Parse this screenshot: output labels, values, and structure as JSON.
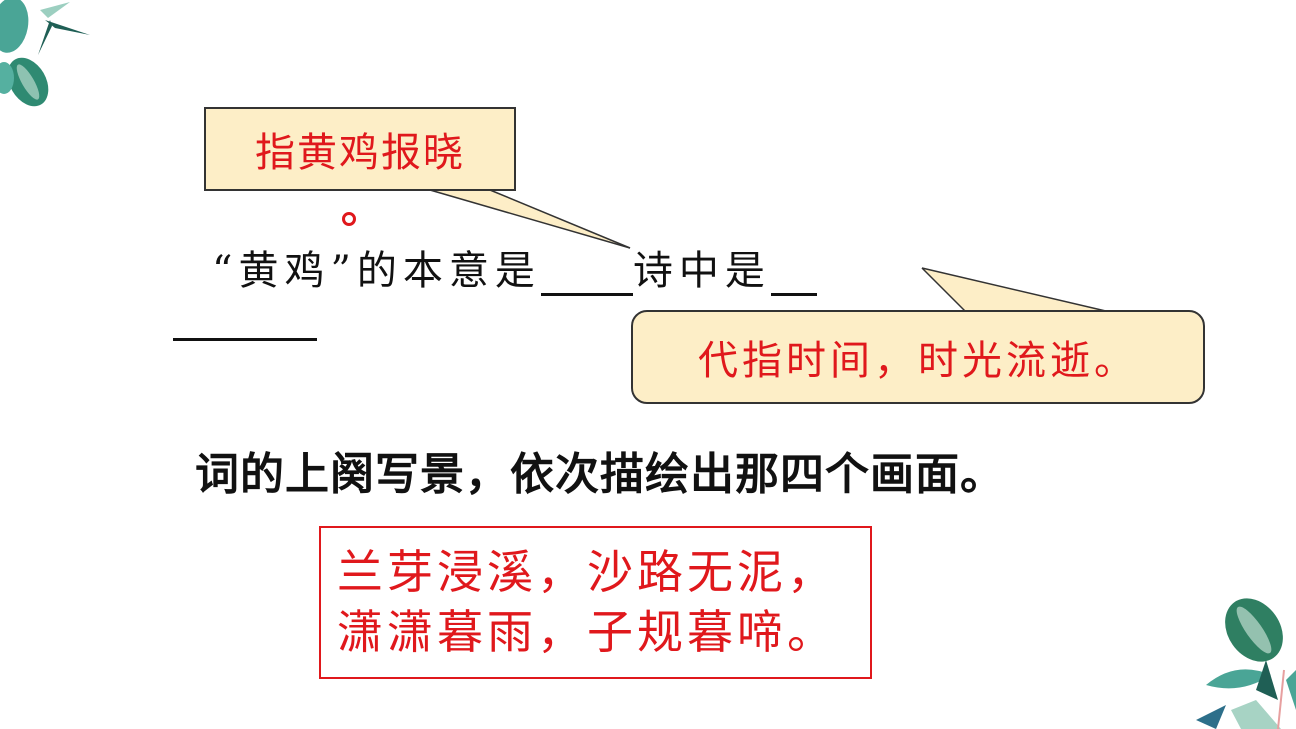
{
  "decorations": {
    "top_left": "leaf-cluster",
    "bottom_right": "leaf-cluster"
  },
  "callouts": {
    "first": {
      "text": "指黄鸡报晓"
    },
    "second": {
      "text": "代指时间，时光流逝。"
    }
  },
  "question": {
    "part1": "“黄鸡”的本意是",
    "part2": "诗中是"
  },
  "statement": "词的上阕写景，依次描绘出那四个画面。",
  "answer_box": {
    "line1": "兰芽浸溪，沙路无泥，",
    "line2": "潇潇暮雨，子规暮啼。"
  },
  "colors": {
    "accent_red": "#e0181c",
    "callout_fill": "#fdeec7",
    "leaf_green": "#3a9a8a"
  }
}
